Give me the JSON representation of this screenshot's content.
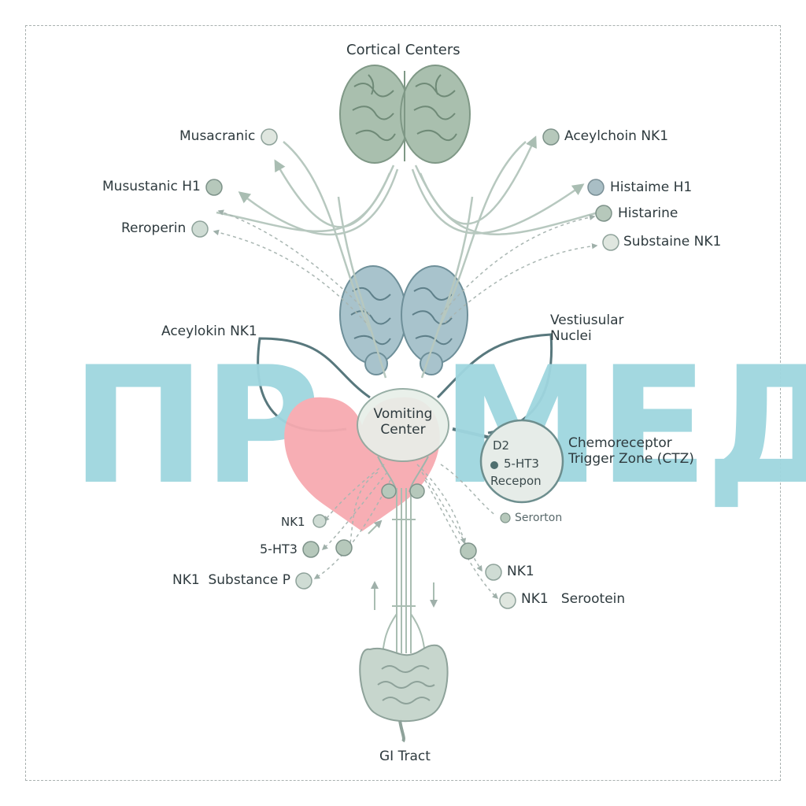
{
  "title": "Cortical Centers",
  "labels": {
    "muscarinic_left": "Musacranic",
    "histamine_left": "Musustanic H1",
    "serotonin_left": "Reroperin",
    "acetylcholine_right": "Aceylchoin NK1",
    "histamine_right": "Histaime H1",
    "histarine_right": "Histarine",
    "substance_right": "Substaine NK1",
    "nk1_left_mid": "Aceylokin NK1",
    "vestibular": "Vestiusular\nNuclei",
    "vomiting_center": "Vomiting\nCenter",
    "ctz": "Chemoreceptor\nTrigger Zone (CTZ)",
    "ctz_d2": "D2",
    "ctz_5ht3": "5-HT3",
    "ctz_receptor": "Recepon",
    "serotonin_small": "Serorton",
    "nk1_low_left": "NK1",
    "ht3_low_left": "5-HT3",
    "substance_p": "NK1  Substance P",
    "nk1_low_right": "NK1",
    "serotein_low_right": "NK1   Serootein",
    "gi_tract": "GI Tract"
  },
  "watermark": "ПРОМЕД",
  "colors": {
    "brain_top": "#a9bfae",
    "brain_mid": "#a8c3cc",
    "nerve": "#b7c8bf",
    "outline": "#58787d",
    "watermark_blue": "#9fd6df",
    "watermark_red": "#f7aab0",
    "node_fill": "#b6c8bb",
    "text": "#2e3a3e"
  }
}
